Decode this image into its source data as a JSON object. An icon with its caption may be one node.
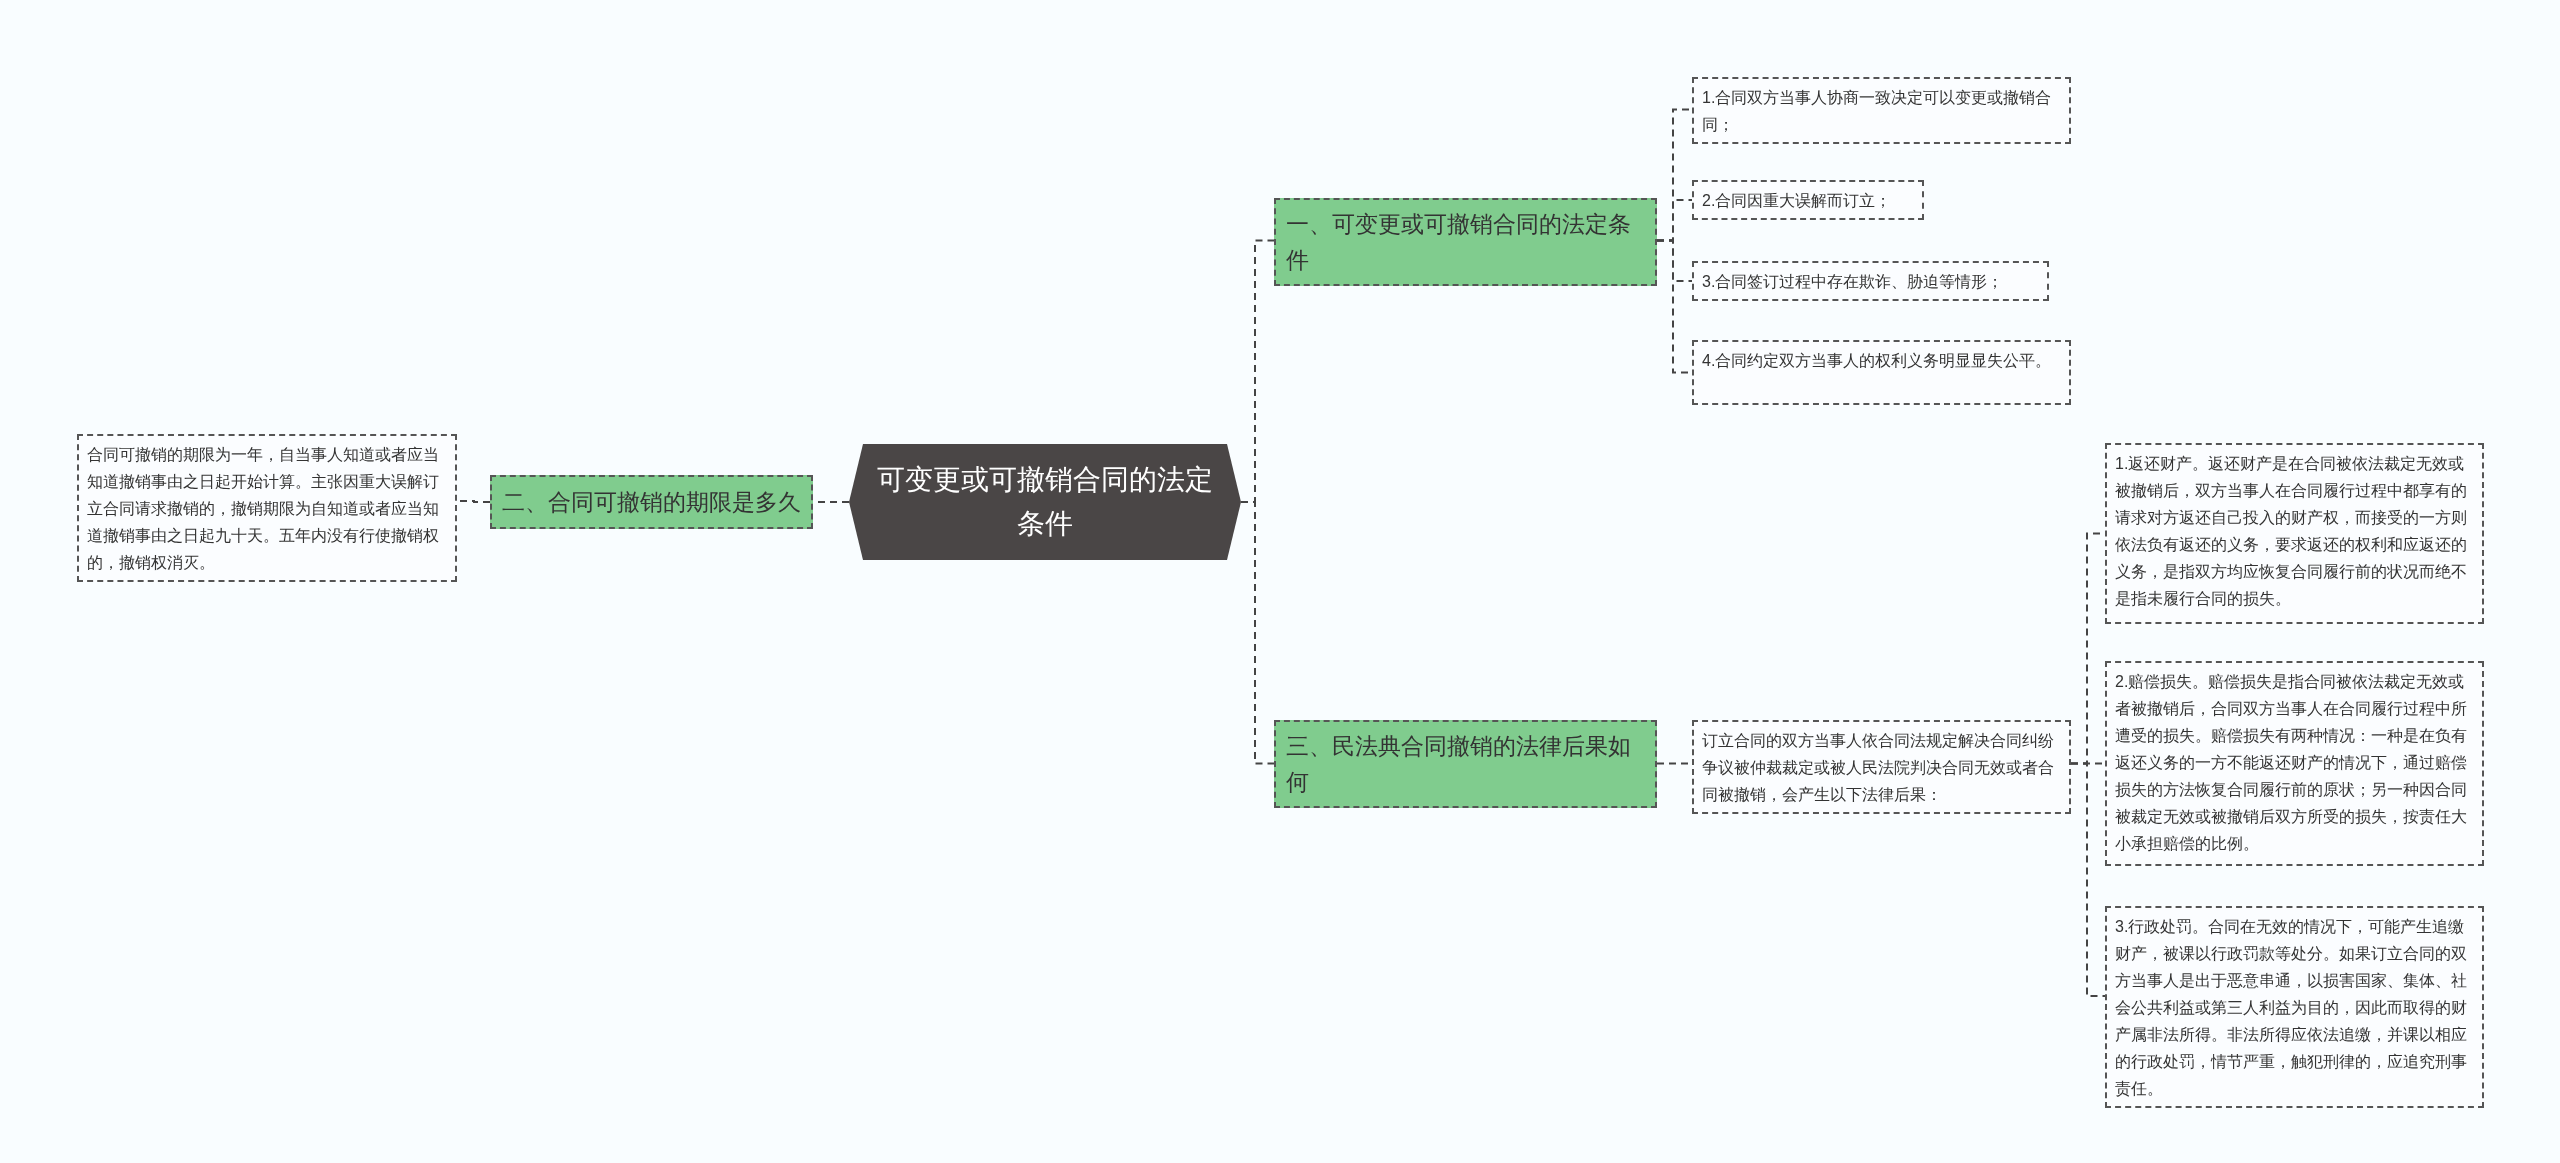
{
  "diagram": {
    "nodes": [
      {
        "text": [
          "可变更或可撤销合同的法定条件"
        ]
      },
      {
        "text": [
          "一、可变更或可撤销合同的法定条件"
        ]
      },
      {
        "text": [
          "1.合同双方当事人协商一致决定可以变更或撤销合同；"
        ]
      },
      {
        "text": [
          "2.合同因重大误解而订立；"
        ]
      },
      {
        "text": [
          "3.合同签订过程中存在欺诈、胁迫等情形；"
        ]
      },
      {
        "text": [
          "4.合同约定双方当事人的权利义务明显显失公平。"
        ]
      },
      {
        "text": [
          "二、合同可撤销的期限是多久"
        ]
      },
      {
        "text": [
          "合同可撤销的期限为一年，自当事人知道或者应当知道撤销事由之日起开始计算。主张因重大误解订立合同请求撤销的，撤销期限为自知道或者应当知道撤销事由之日起九十天。五年内没有行使撤销权的，撤销权消灭。"
        ]
      },
      {
        "text": [
          "三、民法典合同撤销的法律后果如何"
        ]
      },
      {
        "text": [
          "订立合同的双方当事人依合同法规定解决合同纠纷争议被仲裁裁定或被人民法院判决合同无效或者合同被撤销，会产生以下法律后果："
        ]
      },
      {
        "text": [
          "1.返还财产。返还财产是在合同被依法裁定无效或被撤销后，双方当事人在合同履行过程中都享有的请求对方返还自己投入的财产权，而接受的一方则依法负有返还的义务，要求返还的权利和应返还的义务，是指双方均应恢复合同履行前的状况而绝不是指未履行合同的损失。"
        ]
      },
      {
        "text": [
          "2.赔偿损失。赔偿损失是指合同被依法裁定无效或者被撤销后，合同双方当事人在合同履行过程中所遭受的损失。赔偿损失有两种情况：一种是在负有返还义务的一方不能返还财产的情况下，通过赔偿损失的方法恢复合同履行前的原状；另一种因合同被裁定无效或被撤销后双方所受的损失，按责任大小承担赔偿的比例。"
        ]
      },
      {
        "text": [
          "3.行政处罚。合同在无效的情况下，可能产生追缴财产，被课以行政罚款等处分。如果订立合同的双方当事人是出于恶意串通，以损害国家、集体、社会公共利益或第三人利益为目的，因此而取得的财产属非法所得。非法所得应依法追缴，并课以相应的行政处罚，情节严重，触犯刑律的，应追究刑事责任。"
        ]
      }
    ],
    "edges": [
      {
        "from": 0,
        "to": 1,
        "arrow": "none"
      },
      {
        "from": 1,
        "to": 2,
        "arrow": "none"
      },
      {
        "from": 1,
        "to": 3,
        "arrow": "none"
      },
      {
        "from": 1,
        "to": 4,
        "arrow": "none"
      },
      {
        "from": 1,
        "to": 5,
        "arrow": "none"
      },
      {
        "from": 0,
        "to": 6,
        "arrow": "none"
      },
      {
        "from": 6,
        "to": 7,
        "arrow": "none"
      },
      {
        "from": 0,
        "to": 8,
        "arrow": "none"
      },
      {
        "from": 8,
        "to": 9,
        "arrow": "none"
      },
      {
        "from": 9,
        "to": 10,
        "arrow": "none"
      },
      {
        "from": 9,
        "to": 11,
        "arrow": "none"
      },
      {
        "from": 9,
        "to": 12,
        "arrow": "none"
      }
    ]
  }
}
